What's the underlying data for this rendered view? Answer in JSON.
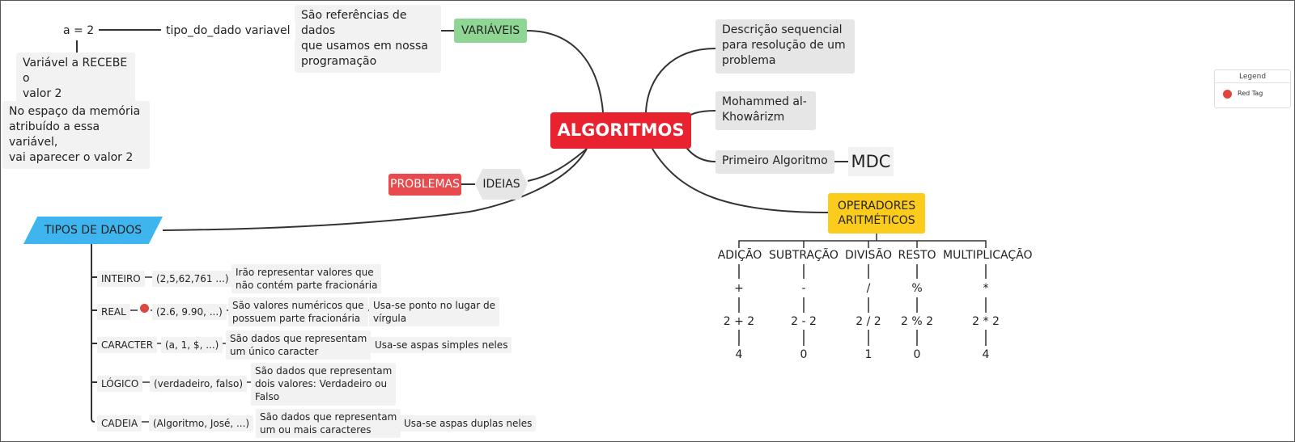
{
  "colors": {
    "red_tag": "#e0463f",
    "root": "#e8232f",
    "variaveis": "#8fd694",
    "problemas": "#e84b4e",
    "operadores": "#fccc1c",
    "tipos": "#3eb5ee"
  },
  "root": "ALGORITMOS",
  "variaveis": {
    "label": "VARIÁVEIS",
    "description": "São referências de dados\nque usamos em nossa\nprogramação",
    "syntax": "tipo_do_dado variavel",
    "example": "a = 2",
    "explain1": "Variável a RECEBE o\nvalor 2",
    "explain2": "No espaço da memória\natribuído a essa variável,\nvai aparecer o valor 2"
  },
  "right": {
    "descricao": "Descrição sequencial\npara resolução de um\nproblema",
    "mohammed": "Mohammed al-\nKhowârizm",
    "primeiro": "Primeiro Algoritmo",
    "mdc": "MDC"
  },
  "ideias": {
    "label": "IDEIAS",
    "problemas": "PROBLEMAS"
  },
  "operadores": {
    "label": "OPERADORES\nARITMÉTICOS",
    "items": [
      {
        "name": "ADIÇÃO",
        "symbol": "+",
        "example": "2 + 2",
        "result": "4"
      },
      {
        "name": "SUBTRAÇÃO",
        "symbol": "-",
        "example": "2 - 2",
        "result": "0"
      },
      {
        "name": "DIVISÃO",
        "symbol": "/",
        "example": "2 / 2",
        "result": "1"
      },
      {
        "name": "RESTO",
        "symbol": "%",
        "example": "2 % 2",
        "result": "0"
      },
      {
        "name": "MULTIPLICAÇÃO",
        "symbol": "*",
        "example": "2 * 2",
        "result": "4"
      }
    ]
  },
  "tipos": {
    "label": "TIPOS DE DADOS",
    "rows": [
      {
        "type": "INTEIRO",
        "examples": "(2,5,62,761 ...)",
        "desc": "Irão representar valores que\nnão contém parte fracionária",
        "note": ""
      },
      {
        "type": "REAL",
        "examples": "(2.6, 9.90, ...)",
        "desc": "São valores numéricos que\npossuem parte fracionária",
        "note": "Usa-se ponto no lugar de\nvírgula"
      },
      {
        "type": "CARACTER",
        "examples": "(a, 1, $, ...)",
        "desc": "São dados que representam\num único caracter",
        "note": "Usa-se aspas simples neles"
      },
      {
        "type": "LÓGICO",
        "examples": "(verdadeiro, falso)",
        "desc": "São dados que representam\ndois valores: Verdadeiro ou\nFalso",
        "note": ""
      },
      {
        "type": "CADEIA",
        "examples": "(Algoritmo, José, ...)",
        "desc": "São dados que representam\num ou mais caracteres",
        "note": "Usa-se aspas duplas neles"
      }
    ]
  },
  "legend": {
    "title": "Legend",
    "item": "Red Tag"
  }
}
